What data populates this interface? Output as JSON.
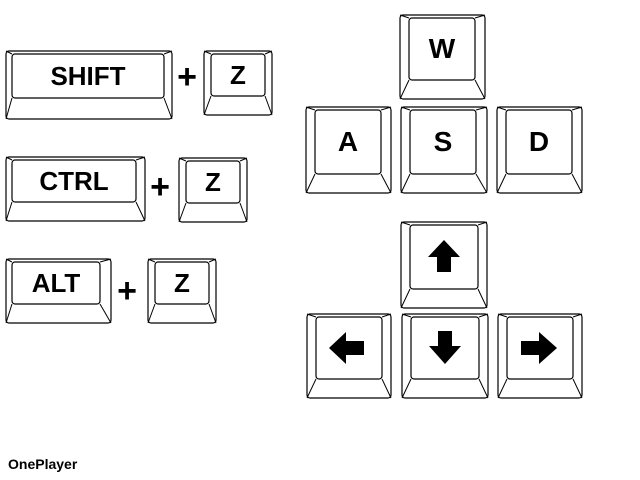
{
  "combos": [
    {
      "modifier": "SHIFT",
      "plus": "+",
      "key": "Z"
    },
    {
      "modifier": "CTRL",
      "plus": "+",
      "key": "Z"
    },
    {
      "modifier": "ALT",
      "plus": "+",
      "key": "Z"
    }
  ],
  "wasd": {
    "up": "W",
    "left": "A",
    "down": "S",
    "right": "D"
  },
  "arrows": {
    "up": "arrow-up-icon",
    "left": "arrow-left-icon",
    "down": "arrow-down-icon",
    "right": "arrow-right-icon"
  },
  "footer": {
    "text": "OnePlayer"
  }
}
